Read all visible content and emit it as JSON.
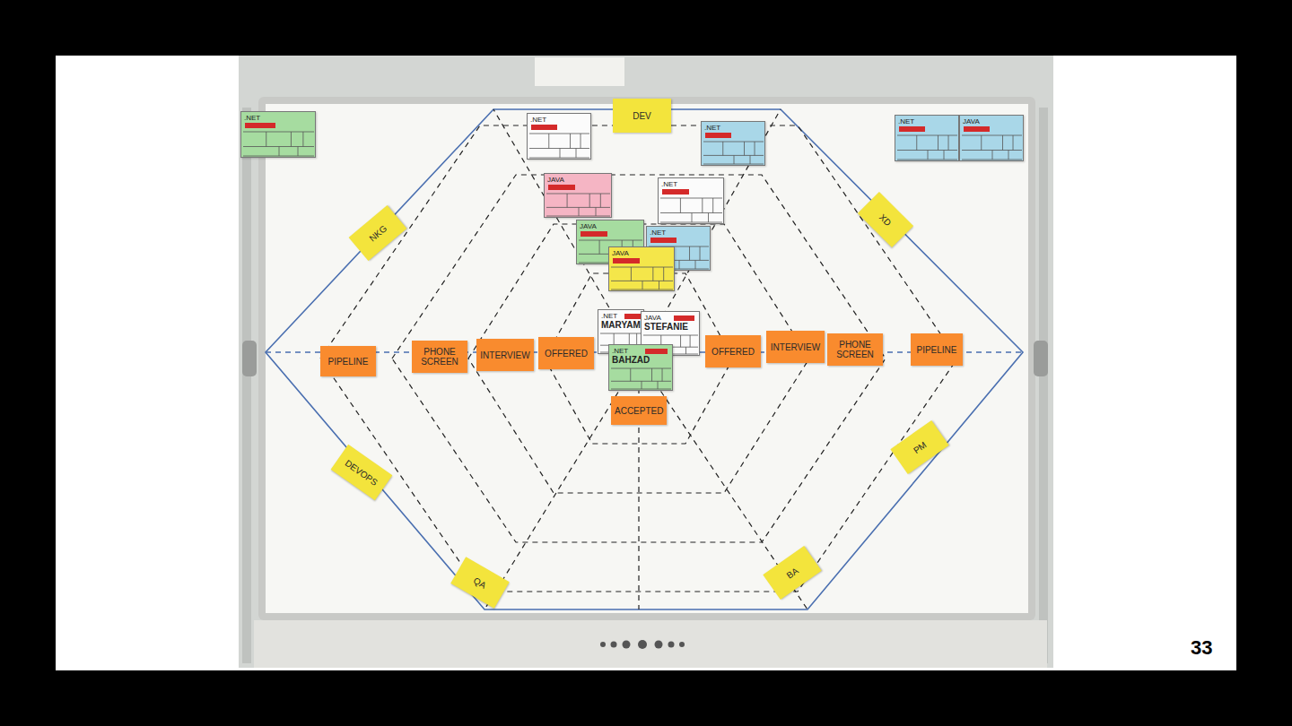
{
  "diagram": {
    "nodes": [
      {
        "text": [
          ".NET"
        ]
      },
      {
        "text": [
          ".NET"
        ]
      },
      {
        "text": [
          "DEV"
        ]
      },
      {
        "text": [
          ".NET"
        ]
      },
      {
        "text": [
          ".NET"
        ]
      },
      {
        "text": [
          "JAVA"
        ]
      },
      {
        "text": [
          "JAVA"
        ]
      },
      {
        "text": [
          ".NET"
        ]
      },
      {
        "text": [
          "JAVA"
        ]
      },
      {
        "text": [
          ".NET"
        ]
      },
      {
        "text": [
          "JAVA"
        ]
      },
      {
        "text": [
          "NKG"
        ]
      },
      {
        "text": [
          "XD"
        ]
      },
      {
        "text": [
          ".NET",
          "MARYAM"
        ]
      },
      {
        "text": [
          "JAVA",
          "STEFANIE"
        ]
      },
      {
        "text": [
          "PIPELINE"
        ]
      },
      {
        "text": [
          "PHONE SCREEN"
        ]
      },
      {
        "text": [
          "INTERVIEW"
        ]
      },
      {
        "text": [
          "OFFERED"
        ]
      },
      {
        "text": [
          ".NET",
          "BAHZAD"
        ]
      },
      {
        "text": [
          "OFFERED"
        ]
      },
      {
        "text": [
          "INTERVIEW"
        ]
      },
      {
        "text": [
          "PHONE SCREEN"
        ]
      },
      {
        "text": [
          "PIPELINE"
        ]
      },
      {
        "text": [
          "ACCEPTED"
        ]
      },
      {
        "text": [
          "PM"
        ]
      },
      {
        "text": [
          "DEVOPS"
        ]
      },
      {
        "text": [
          "QA"
        ]
      },
      {
        "text": [
          "BA"
        ]
      }
    ],
    "labels": [
      "33"
    ]
  }
}
